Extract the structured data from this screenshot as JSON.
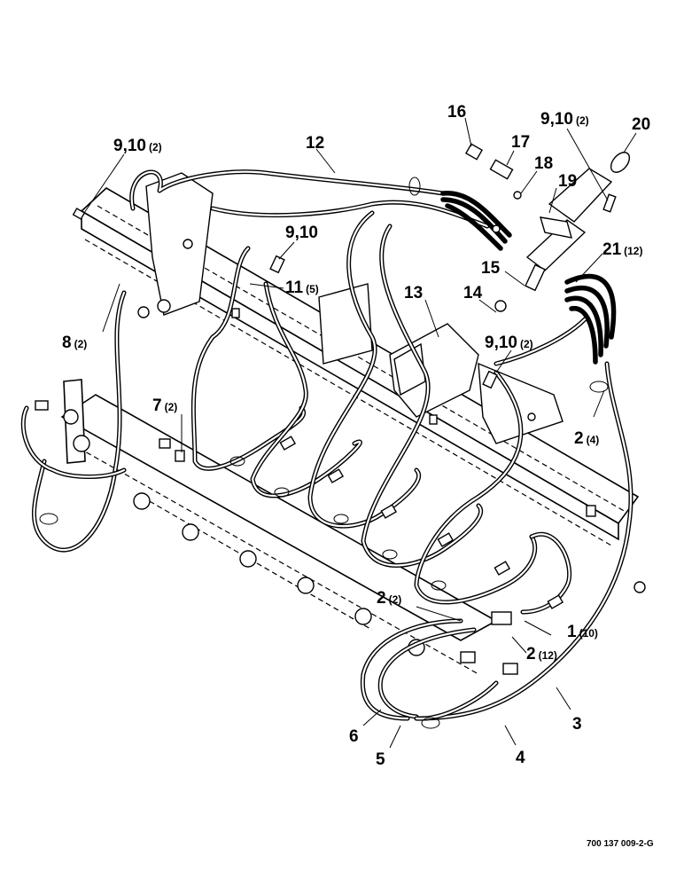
{
  "callouts": [
    {
      "id": "c1",
      "num": "1",
      "qty": "(10)"
    },
    {
      "id": "c2a",
      "num": "2",
      "qty": "(4)"
    },
    {
      "id": "c2b",
      "num": "2",
      "qty": "(2)"
    },
    {
      "id": "c2c",
      "num": "2",
      "qty": "(12)"
    },
    {
      "id": "c3",
      "num": "3",
      "qty": ""
    },
    {
      "id": "c4",
      "num": "4",
      "qty": ""
    },
    {
      "id": "c5",
      "num": "5",
      "qty": ""
    },
    {
      "id": "c6",
      "num": "6",
      "qty": ""
    },
    {
      "id": "c7",
      "num": "7",
      "qty": "(2)"
    },
    {
      "id": "c8",
      "num": "8",
      "qty": "(2)"
    },
    {
      "id": "c910a",
      "num": "9,10",
      "qty": "(2)"
    },
    {
      "id": "c910b",
      "num": "9,10",
      "qty": ""
    },
    {
      "id": "c910c",
      "num": "9,10",
      "qty": "(2)"
    },
    {
      "id": "c910d",
      "num": "9,10",
      "qty": "(2)"
    },
    {
      "id": "c11",
      "num": "11",
      "qty": "(5)"
    },
    {
      "id": "c12",
      "num": "12",
      "qty": ""
    },
    {
      "id": "c13",
      "num": "13",
      "qty": ""
    },
    {
      "id": "c14",
      "num": "14",
      "qty": ""
    },
    {
      "id": "c15",
      "num": "15",
      "qty": ""
    },
    {
      "id": "c16",
      "num": "16",
      "qty": ""
    },
    {
      "id": "c17",
      "num": "17",
      "qty": ""
    },
    {
      "id": "c18",
      "num": "18",
      "qty": ""
    },
    {
      "id": "c19",
      "num": "19",
      "qty": ""
    },
    {
      "id": "c20",
      "num": "20",
      "qty": ""
    },
    {
      "id": "c21",
      "num": "21",
      "qty": "(12)"
    }
  ],
  "drawing_code": "700 137 009-2-G"
}
